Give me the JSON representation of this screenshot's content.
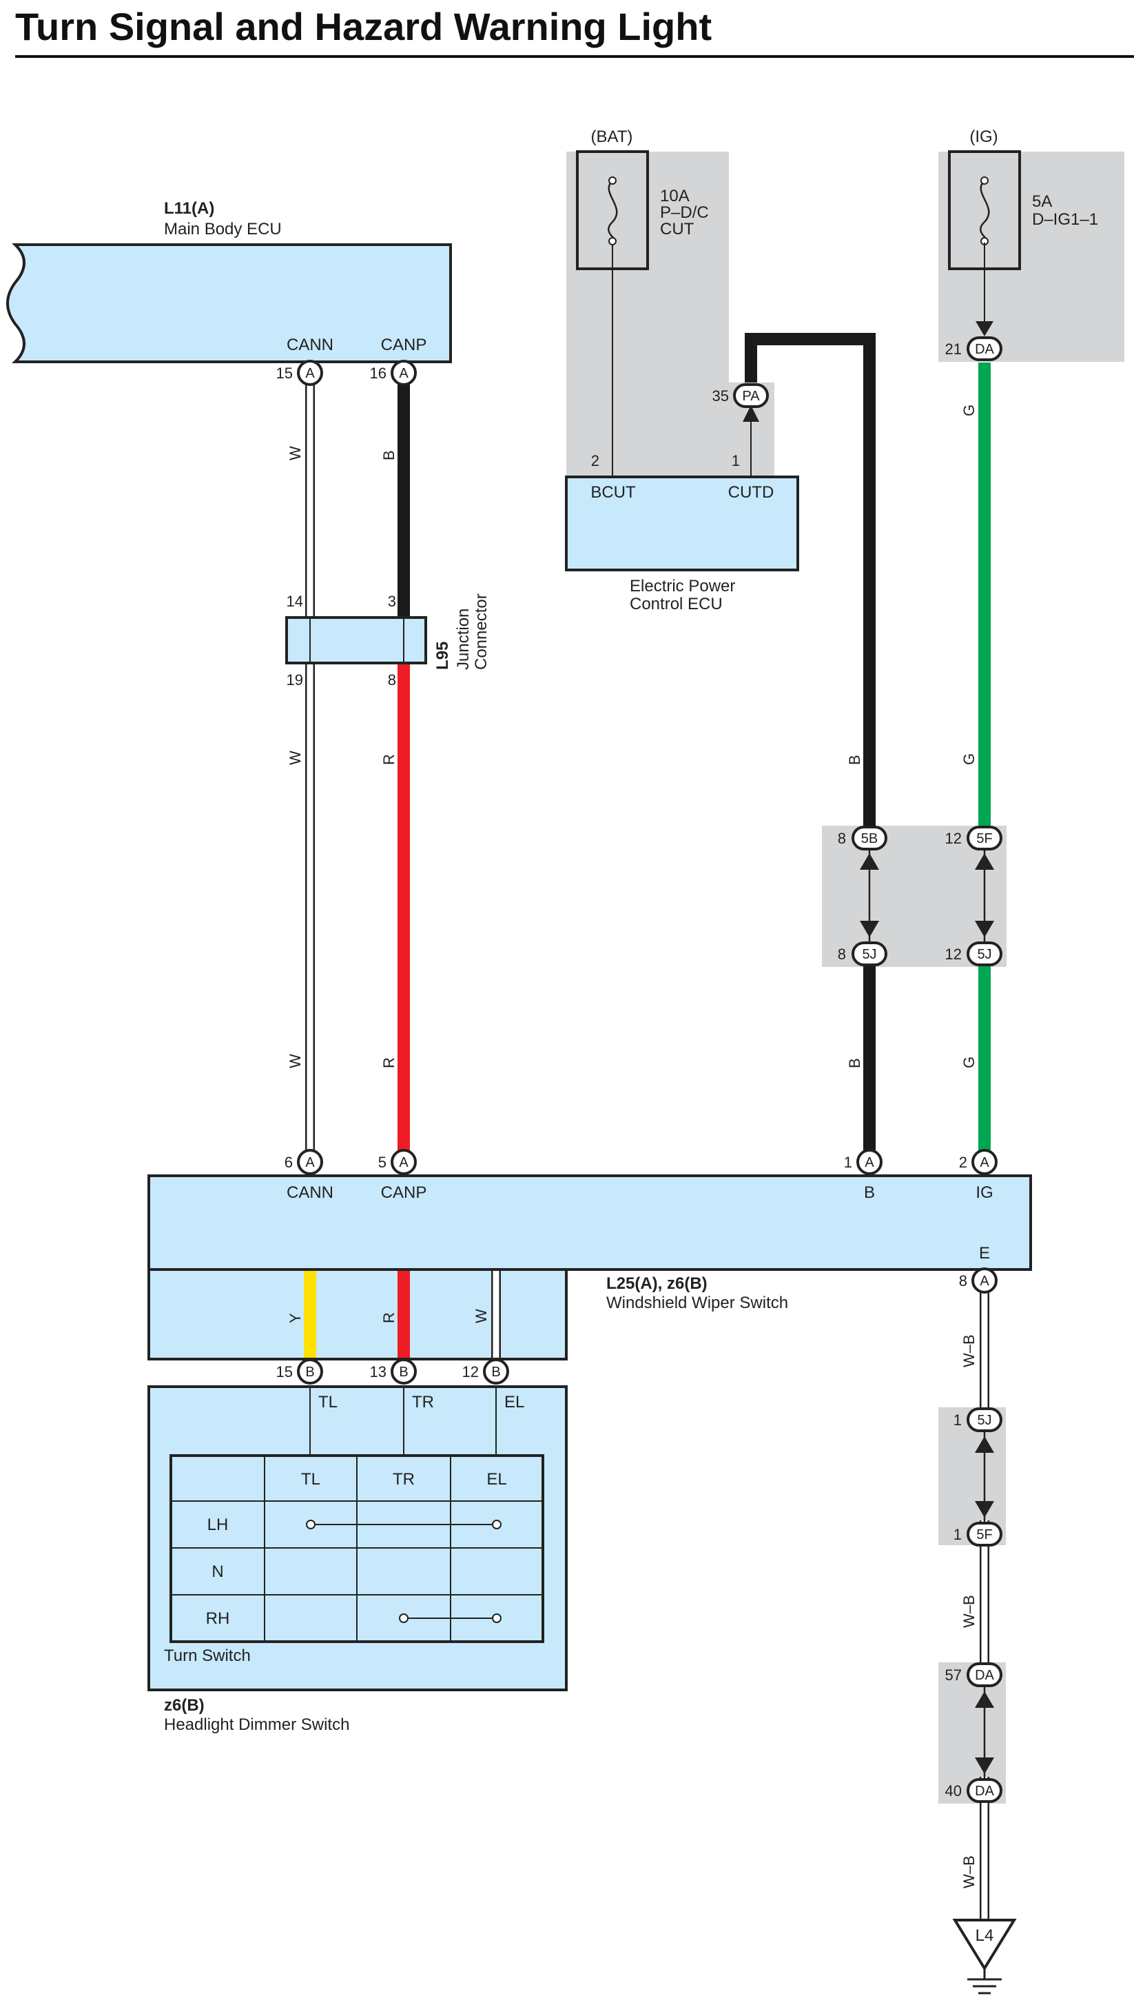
{
  "title": "Turn Signal and Hazard Warning Light",
  "labels": {
    "bat": "(BAT)",
    "ig": "(IG)",
    "fuse_bat": [
      "10A",
      "P–D/C",
      "CUT"
    ],
    "fuse_ig": [
      "5A",
      "D–IG1–1"
    ]
  },
  "components": {
    "main_body_ecu": {
      "code": "L11(A)",
      "name": "Main Body ECU",
      "terminals": [
        "CANN",
        "CANP"
      ]
    },
    "power_control_ecu": {
      "name": [
        "Electric Power",
        "Control ECU"
      ],
      "terminals": [
        "BCUT",
        "CUTD"
      ]
    },
    "junction": {
      "code": "L95",
      "name": [
        "Junction",
        "Connector"
      ]
    },
    "wiper_switch": {
      "code": "L25(A), z6(B)",
      "name": "Windshield Wiper Switch",
      "terminals": [
        "CANN",
        "CANP",
        "B",
        "IG",
        "E"
      ]
    },
    "dimmer_switch": {
      "code": "z6(B)",
      "name": "Headlight Dimmer Switch",
      "inner": "Turn Switch",
      "terminals": [
        "TL",
        "TR",
        "EL"
      ]
    },
    "ground": "L4"
  },
  "connectors": {
    "a": "A",
    "b": "B",
    "pa": "PA",
    "da": "DA",
    "b5": "5B",
    "j5": "5J",
    "f5": "5F"
  },
  "pins": {
    "p15": "15",
    "p16": "16",
    "p14": "14",
    "p3": "3",
    "p19": "19",
    "p8": "8",
    "p6": "6",
    "p5": "5",
    "p1": "1",
    "p2": "2",
    "p35": "35",
    "p21": "21",
    "p12": "12",
    "p13": "13",
    "p57": "57",
    "p40": "40"
  },
  "wire_colors": {
    "w": "W",
    "b": "B",
    "r": "R",
    "g": "G",
    "y": "Y",
    "wb": "W–B"
  },
  "colors": {
    "box_fill": "#c7e9fb",
    "shade": "#d4d5d7",
    "wire_black": "#1a1a1a",
    "wire_red": "#ee1c25",
    "wire_green": "#00a651",
    "wire_yellow": "#ffe000",
    "wire_white": "#ffffff"
  },
  "turn_table": {
    "headers": [
      "TL",
      "TR",
      "EL"
    ],
    "rows": [
      "LH",
      "N",
      "RH"
    ]
  }
}
